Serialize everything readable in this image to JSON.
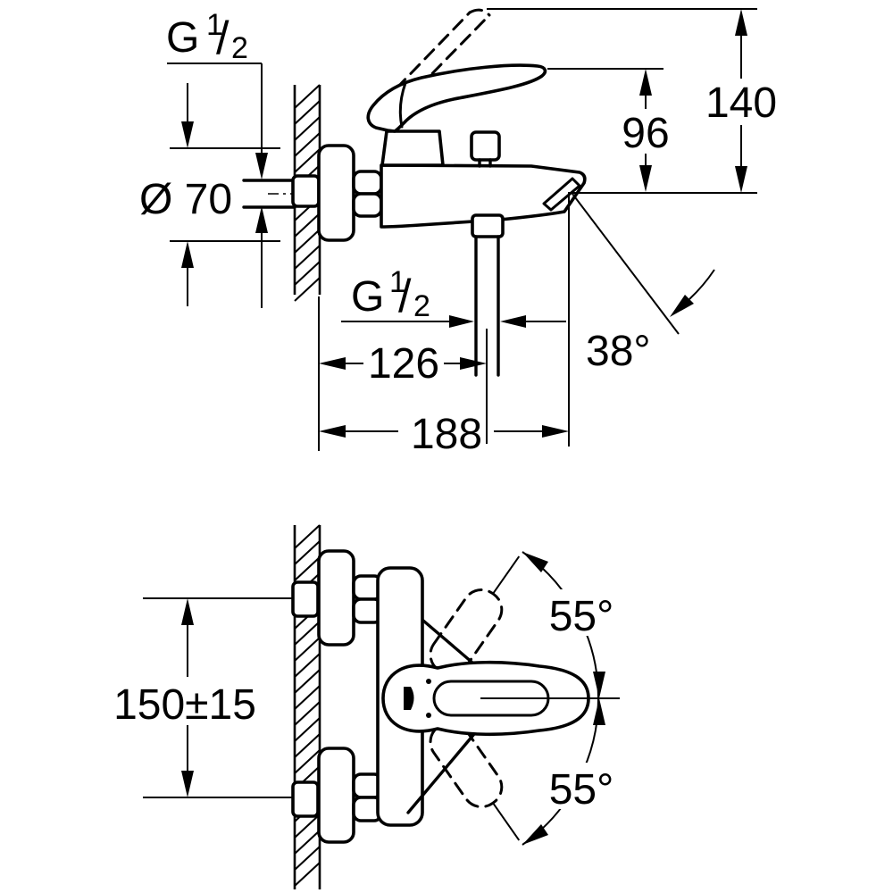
{
  "colors": {
    "background": "#ffffff",
    "line": "#000000"
  },
  "drawing": {
    "type": "technical-dimension-drawing",
    "subject": "wall-mounted single-lever bath mixer tap, side view and front view"
  },
  "views": {
    "side": {
      "dims": {
        "thread_wall_connection": {
          "g": "G",
          "sup": "1",
          "slash": "/",
          "sub": "2"
        },
        "escutcheon_diameter": "Ø 70",
        "spout_height": "96",
        "overall_height": "140",
        "thread_shower_outlet": {
          "g": "G",
          "sup": "1",
          "slash": "/",
          "sub": "2"
        },
        "spout_reach": "126",
        "overall_depth": "188",
        "spray_angle": "38°"
      }
    },
    "front": {
      "dims": {
        "connection_center_distance": "150±15",
        "lever_swing_upper": "55°",
        "lever_swing_lower": "55°"
      }
    }
  }
}
